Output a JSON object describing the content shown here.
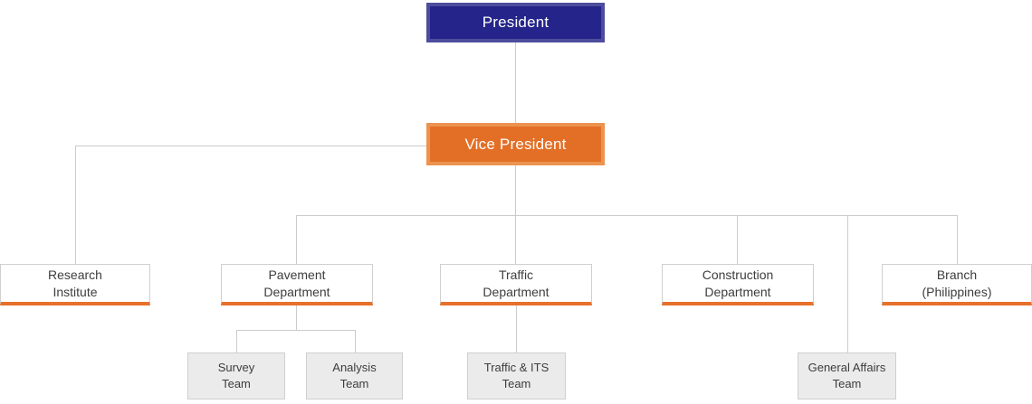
{
  "colors": {
    "president_fill": "#24248a",
    "president_border": "#4d4d9e",
    "vp_fill": "#e36f26",
    "vp_border": "#ec9350",
    "accent_orange": "#e7702b",
    "line_gray": "#cccccc",
    "box_border": "#cfcfcf",
    "team_fill": "#ebebeb",
    "text_dark": "#3d3d3d"
  },
  "nodes": {
    "president": {
      "label": "President"
    },
    "vice_president": {
      "label": "Vice President"
    },
    "research_institute": {
      "label": "Research\nInstitute"
    },
    "pavement_department": {
      "label": "Pavement\nDepartment"
    },
    "traffic_department": {
      "label": "Traffic\nDepartment"
    },
    "construction_department": {
      "label": "Construction\nDepartment"
    },
    "branch_philippines": {
      "label": "Branch\n(Philippines)"
    },
    "survey_team": {
      "label": "Survey\nTeam"
    },
    "analysis_team": {
      "label": "Analysis\nTeam"
    },
    "traffic_its_team": {
      "label": "Traffic & ITS\nTeam"
    },
    "general_affairs_team": {
      "label": "General Affairs\nTeam"
    }
  }
}
